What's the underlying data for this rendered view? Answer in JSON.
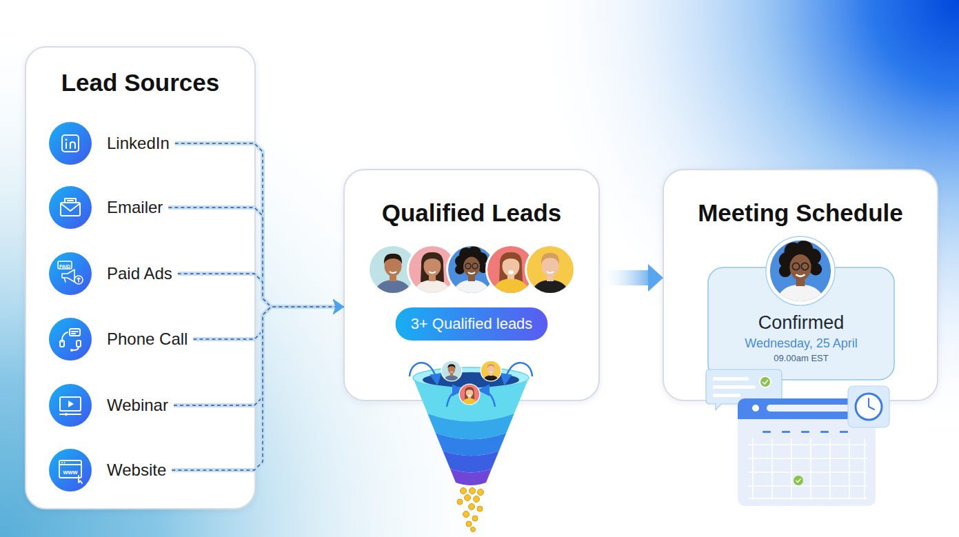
{
  "diagram": {
    "nodes": [
      {
        "text": [
          "Lead Sources"
        ]
      },
      {
        "text": [
          "LinkedIn"
        ],
        "in": 0
      },
      {
        "text": [
          "Emailer"
        ],
        "in": 0
      },
      {
        "text": [
          "Paid Ads"
        ],
        "in": 0
      },
      {
        "text": [
          "Phone Call"
        ],
        "in": 0
      },
      {
        "text": [
          "Webinar"
        ],
        "in": 0
      },
      {
        "text": [
          "Website"
        ],
        "in": 0
      },
      {
        "text": [
          "Qualified Leads"
        ]
      },
      {
        "text": [
          "3+ Qualified leads"
        ],
        "in": 7
      },
      {
        "text": [
          "Meeting Schedule"
        ]
      },
      {
        "text": [
          "Confirmed",
          "Wednesday, 25 April",
          "09.00am EST"
        ],
        "in": 9
      }
    ],
    "edges": [
      {
        "from": 1,
        "to": 7,
        "arrow": "to"
      },
      {
        "from": 2,
        "to": 7,
        "arrow": "to"
      },
      {
        "from": 3,
        "to": 7,
        "arrow": "to"
      },
      {
        "from": 4,
        "to": 7,
        "arrow": "to"
      },
      {
        "from": 5,
        "to": 7,
        "arrow": "to"
      },
      {
        "from": 6,
        "to": 7,
        "arrow": "to"
      },
      {
        "from": 7,
        "to": 9,
        "arrow": "to"
      }
    ],
    "labels": [
      "PAID",
      "www"
    ]
  }
}
